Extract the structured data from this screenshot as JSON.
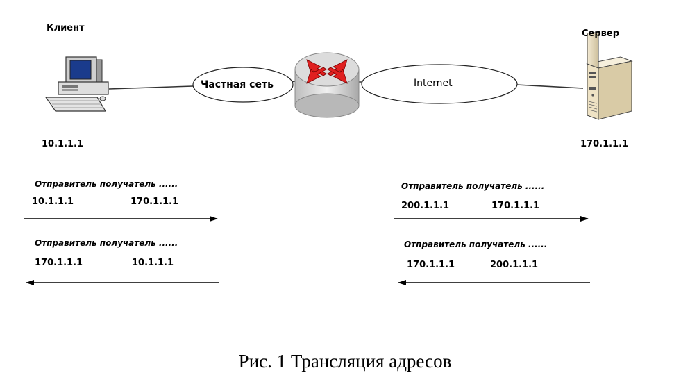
{
  "client": {
    "label": "Клиент",
    "ip": "10.1.1.1"
  },
  "server": {
    "label": "Сервер",
    "ip": "170.1.1.1"
  },
  "clouds": {
    "private": "Частная сеть",
    "internet": "Internet"
  },
  "packets": {
    "left_out": {
      "header": "Отправитель  получатель ......",
      "sender": "10.1.1.1",
      "receiver": "170.1.1.1"
    },
    "left_back": {
      "header": "Отправитель  получатель ......",
      "sender": "170.1.1.1",
      "receiver": "10.1.1.1"
    },
    "right_out": {
      "header": "Отправитель  получатель ......",
      "sender": "200.1.1.1",
      "receiver": "170.1.1.1"
    },
    "right_back": {
      "header": "Отправитель  получатель ......",
      "sender": "170.1.1.1",
      "receiver": "200.1.1.1"
    }
  },
  "caption": "Рис. 1 Трансляция адресов",
  "colors": {
    "router_arrows": "#e02020",
    "router_body": "#d8d8d8",
    "server_body": "#e8dcc0"
  }
}
